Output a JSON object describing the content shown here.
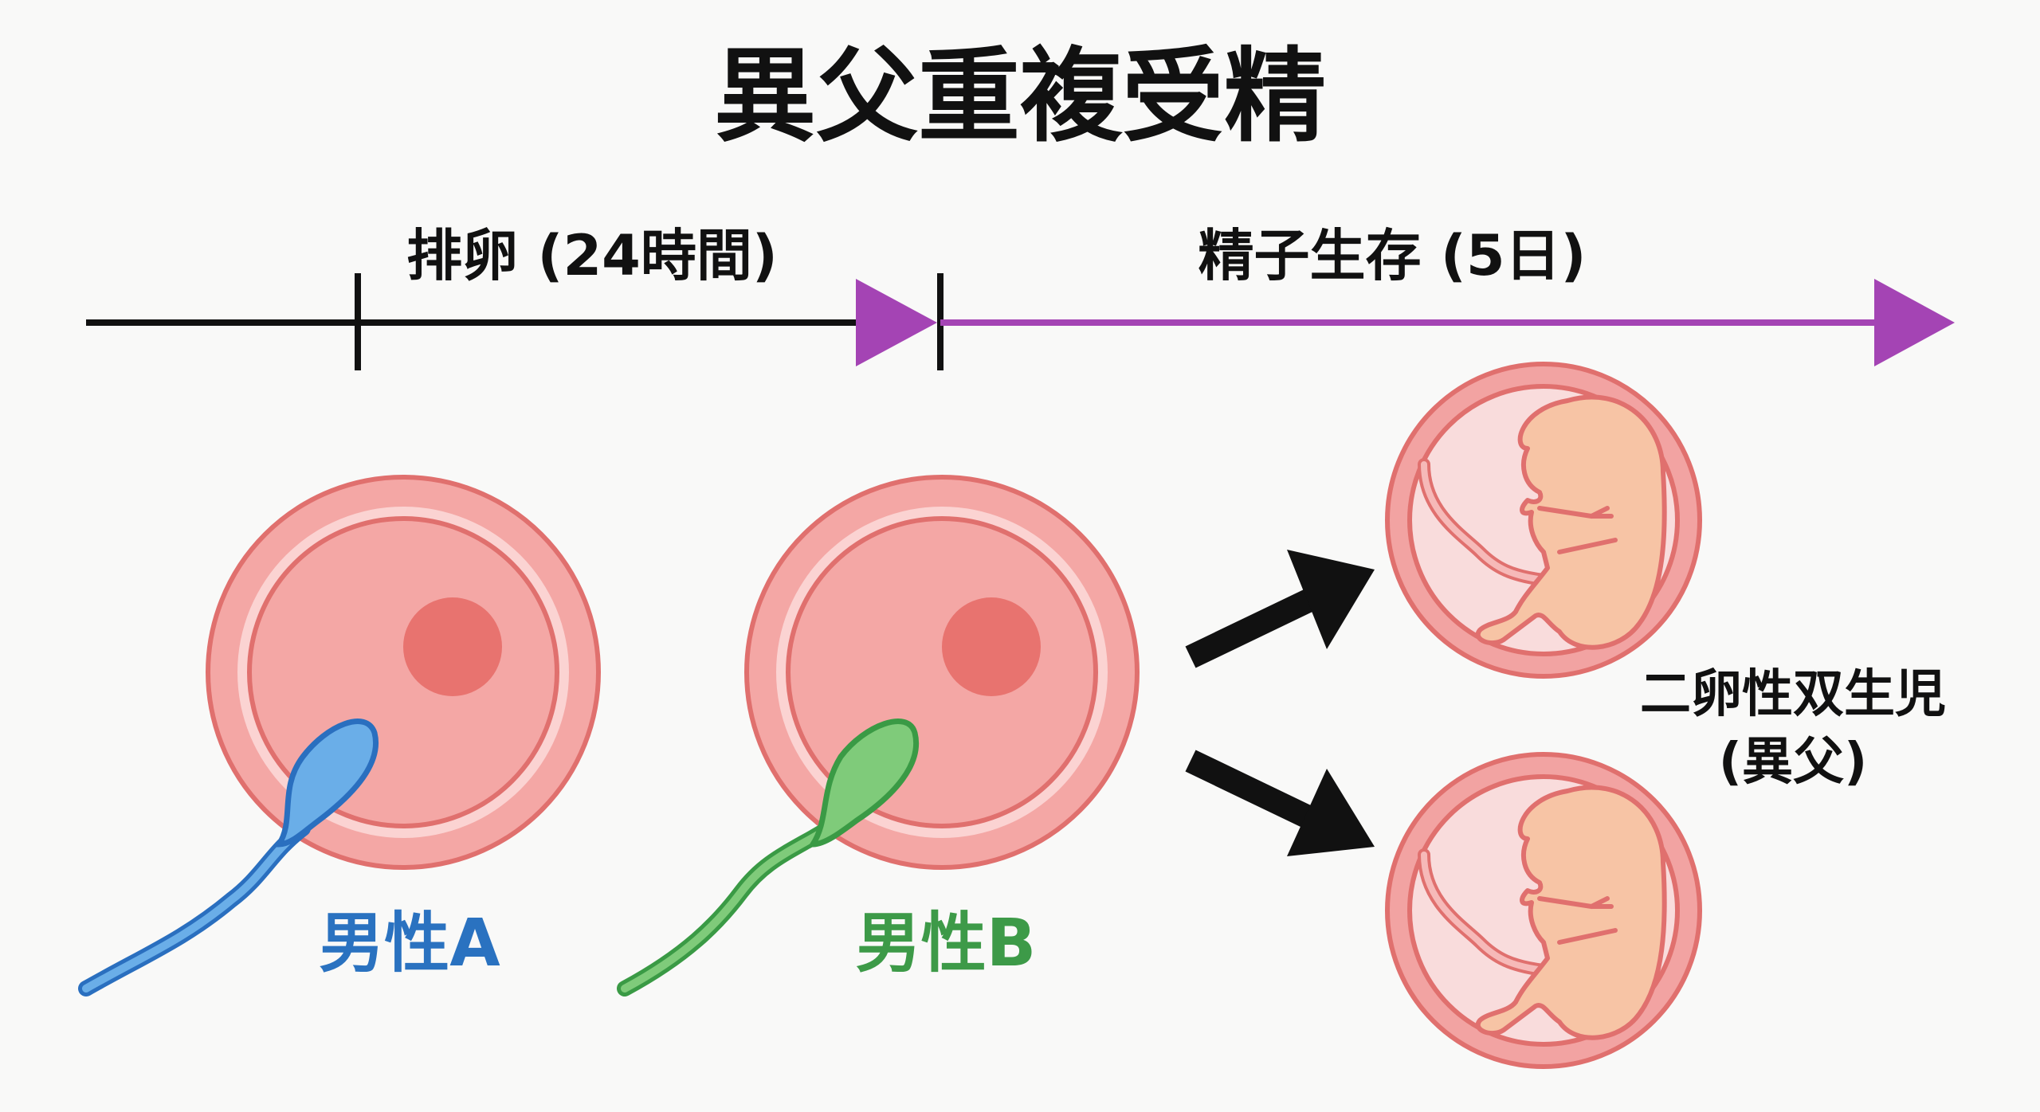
{
  "title": "異父重複受精",
  "timeline": {
    "ovulation_label": "排卵 (24時間)",
    "sperm_survival_label": "精子生存 (5日)"
  },
  "eggs": [
    {
      "label": "男性A",
      "sperm_color": "#6aaee8",
      "sperm_stroke": "#2a6fbf",
      "label_color": "#2a72c0"
    },
    {
      "label": "男性B",
      "sperm_color": "#7fcb7a",
      "sperm_stroke": "#3a9a45",
      "label_color": "#3d9a48"
    }
  ],
  "result": {
    "line1": "二卵性双生児",
    "line2": "(異父)"
  },
  "colors": {
    "purple": "#a444b4",
    "egg_fill": "#f4a7a5",
    "egg_stroke": "#e0706e",
    "nucleus": "#e8736f",
    "fetus_fill": "#f7c4a5",
    "amnion_fill": "#f9dcdc"
  }
}
